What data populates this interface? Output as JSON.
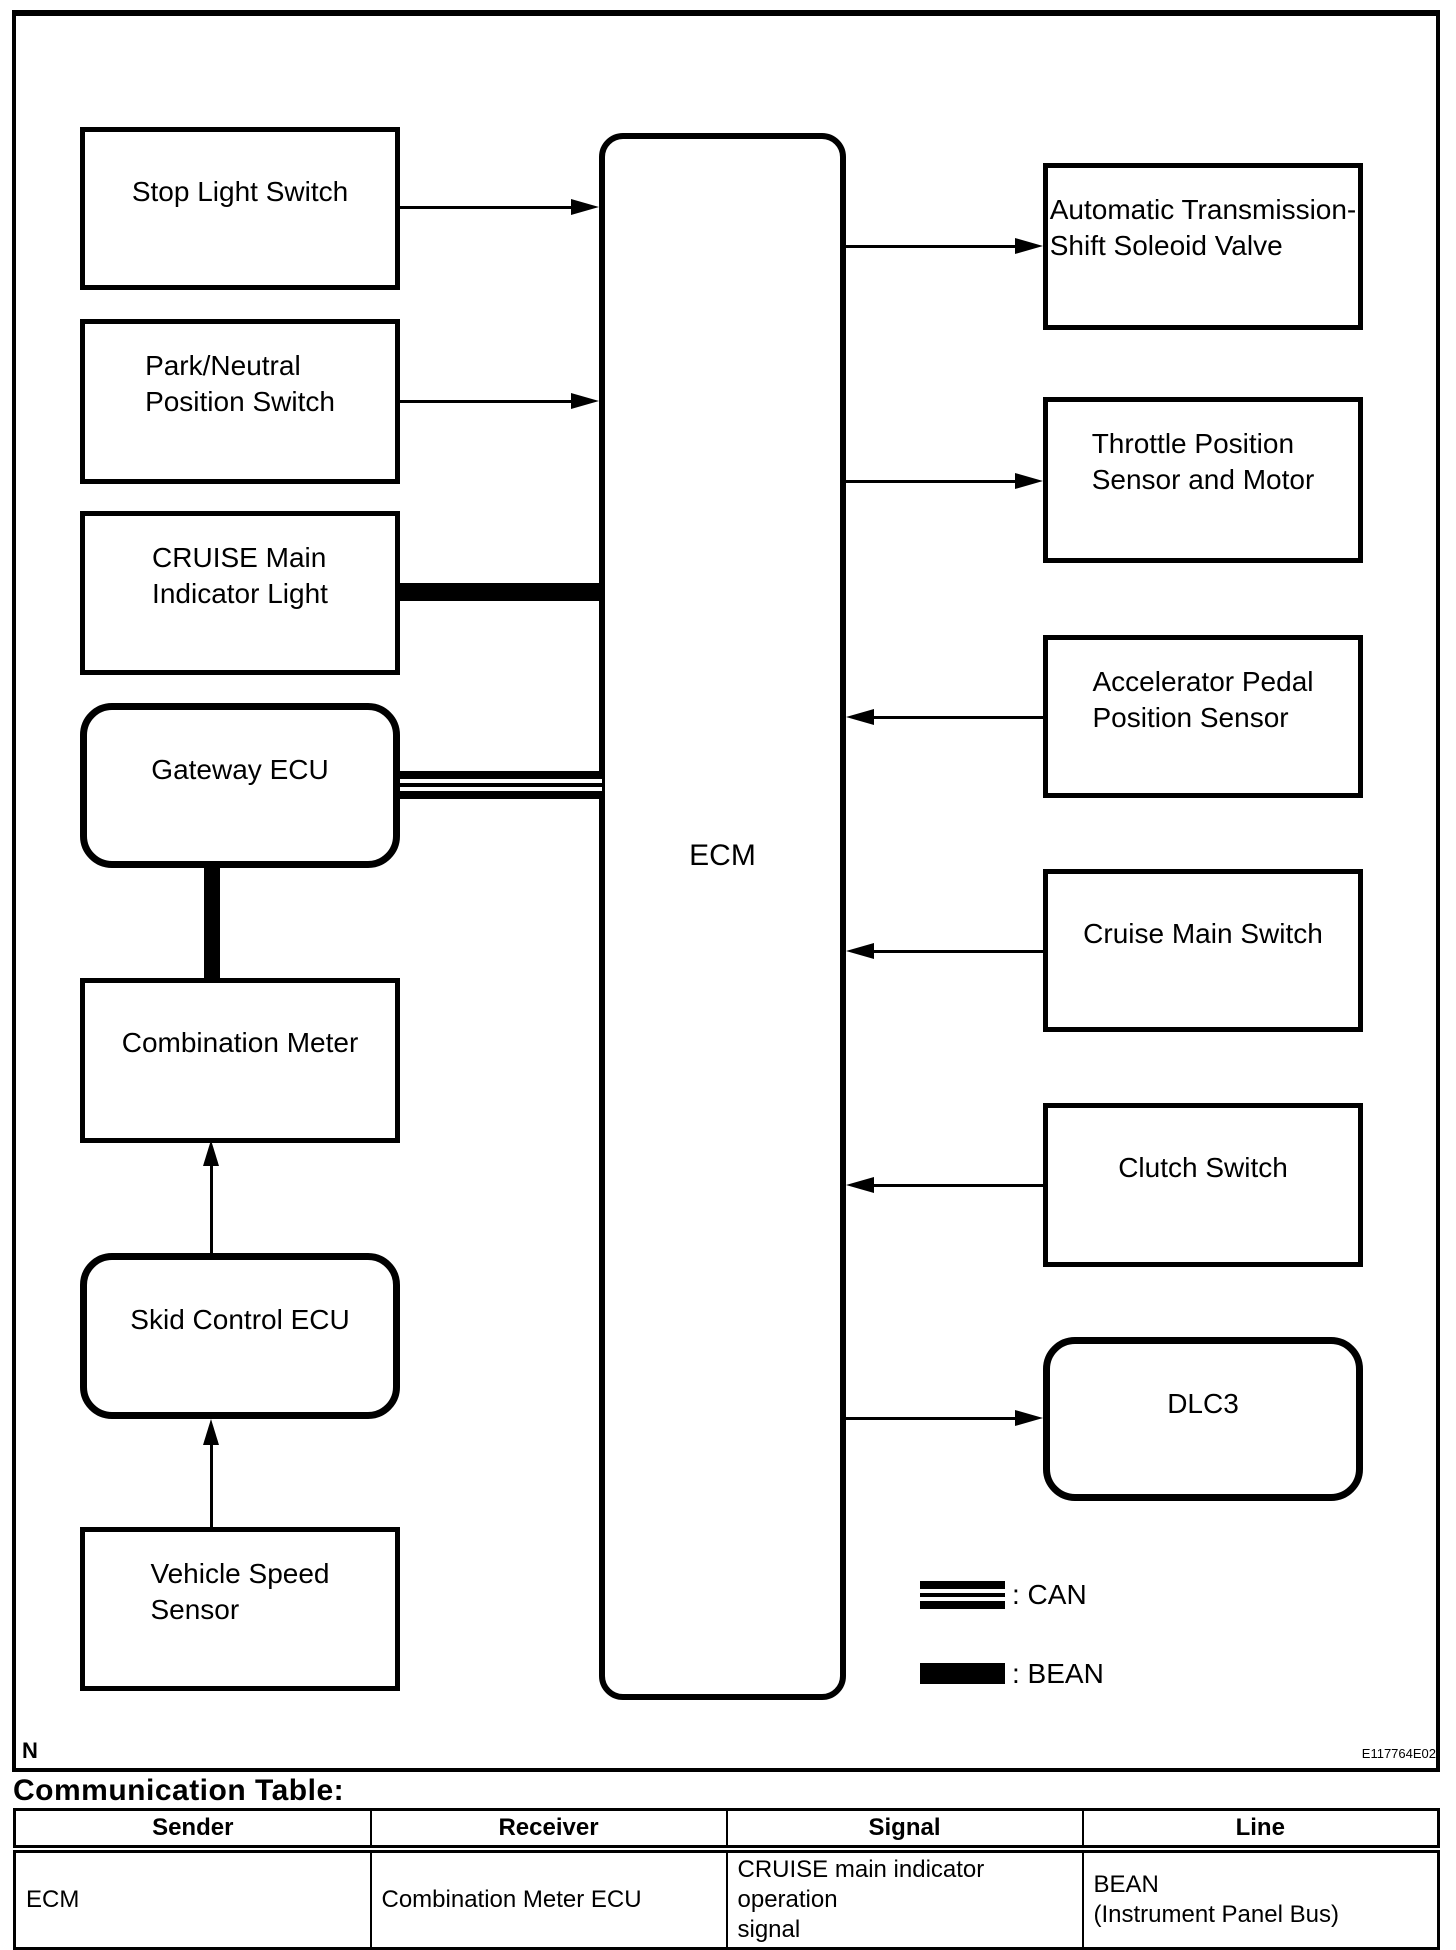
{
  "diagram": {
    "note": "N",
    "figure_code": "E117764E02",
    "ecm": {
      "label": "ECM"
    },
    "left_nodes": [
      {
        "label": "Stop Light Switch"
      },
      {
        "label": "Park/Neutral\nPosition Switch"
      },
      {
        "label": "CRUISE Main\nIndicator Light"
      },
      {
        "label": "Gateway ECU"
      },
      {
        "label": "Combination Meter"
      },
      {
        "label": "Skid Control ECU"
      },
      {
        "label": "Vehicle Speed\nSensor"
      }
    ],
    "right_nodes": [
      {
        "label": "Automatic Transmission-\nShift Soleoid Valve"
      },
      {
        "label": "Throttle Position\nSensor and Motor"
      },
      {
        "label": "Accelerator Pedal\nPosition Sensor"
      },
      {
        "label": "Cruise Main Switch"
      },
      {
        "label": "Clutch Switch"
      },
      {
        "label": "DLC3"
      }
    ],
    "legend": {
      "can_label": ": CAN",
      "bean_label": ": BEAN"
    }
  },
  "communication_table": {
    "heading": "Communication Table:",
    "headers": [
      "Sender",
      "Receiver",
      "Signal",
      "Line"
    ],
    "rows": [
      {
        "sender": "ECM",
        "receiver": "Combination Meter ECU",
        "signal": "CRUISE main indicator operation\nsignal",
        "line": "BEAN\n(Instrument Panel Bus)"
      }
    ]
  }
}
